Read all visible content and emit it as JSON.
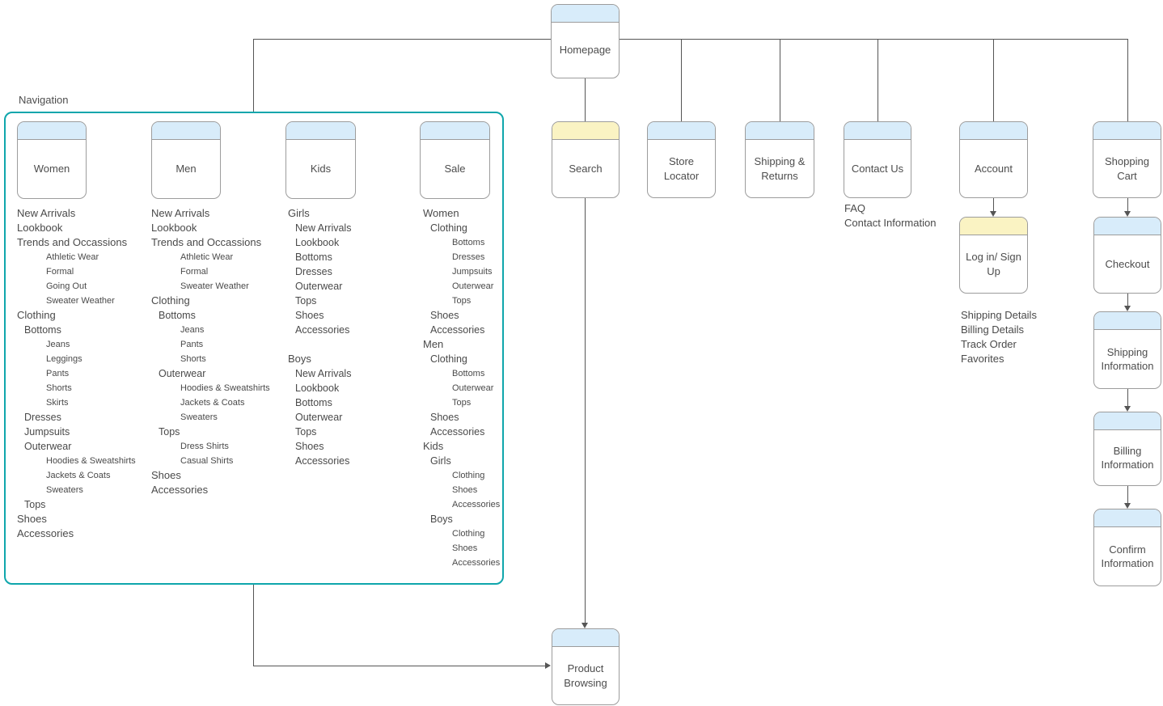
{
  "colors": {
    "header_blue": "#d8ecfa",
    "header_yellow": "#faf3c3",
    "node_border": "#9c9c9c",
    "container_teal": "#0fa6ac",
    "connector": "#555555",
    "text": "#4d4d4d"
  },
  "nav": {
    "label": "Navigation",
    "columns": [
      {
        "title": "Women",
        "items": [
          {
            "text": "New Arrivals",
            "level": 1
          },
          {
            "text": "Lookbook",
            "level": 1
          },
          {
            "text": "Trends and Occassions",
            "level": 1
          },
          {
            "text": "Athletic Wear",
            "level": 3
          },
          {
            "text": "Formal",
            "level": 3
          },
          {
            "text": "Going Out",
            "level": 3
          },
          {
            "text": "Sweater Weather",
            "level": 3
          },
          {
            "text": "Clothing",
            "level": 1
          },
          {
            "text": "Bottoms",
            "level": 2
          },
          {
            "text": "Jeans",
            "level": 3
          },
          {
            "text": "Leggings",
            "level": 3
          },
          {
            "text": "Pants",
            "level": 3
          },
          {
            "text": "Shorts",
            "level": 3
          },
          {
            "text": "Skirts",
            "level": 3
          },
          {
            "text": "Dresses",
            "level": 2
          },
          {
            "text": "Jumpsuits",
            "level": 2
          },
          {
            "text": "Outerwear",
            "level": 2
          },
          {
            "text": "Hoodies & Sweatshirts",
            "level": 3
          },
          {
            "text": "Jackets & Coats",
            "level": 3
          },
          {
            "text": "Sweaters",
            "level": 3
          },
          {
            "text": "Tops",
            "level": 2
          },
          {
            "text": "Shoes",
            "level": 1
          },
          {
            "text": "Accessories",
            "level": 1
          }
        ]
      },
      {
        "title": "Men",
        "items": [
          {
            "text": "New Arrivals",
            "level": 1
          },
          {
            "text": "Lookbook",
            "level": 1
          },
          {
            "text": "Trends and Occassions",
            "level": 1
          },
          {
            "text": "Athletic Wear",
            "level": 3
          },
          {
            "text": "Formal",
            "level": 3
          },
          {
            "text": "Sweater Weather",
            "level": 3
          },
          {
            "text": "Clothing",
            "level": 1
          },
          {
            "text": "Bottoms",
            "level": 2
          },
          {
            "text": "Jeans",
            "level": 3
          },
          {
            "text": "Pants",
            "level": 3
          },
          {
            "text": "Shorts",
            "level": 3
          },
          {
            "text": "Outerwear",
            "level": 2
          },
          {
            "text": "Hoodies & Sweatshirts",
            "level": 3
          },
          {
            "text": "Jackets & Coats",
            "level": 3
          },
          {
            "text": "Sweaters",
            "level": 3
          },
          {
            "text": "Tops",
            "level": 2
          },
          {
            "text": "Dress Shirts",
            "level": 3
          },
          {
            "text": "Casual Shirts",
            "level": 3
          },
          {
            "text": "Shoes",
            "level": 1
          },
          {
            "text": "Accessories",
            "level": 1
          }
        ]
      },
      {
        "title": "Kids",
        "items": [
          {
            "text": "Girls",
            "level": 1
          },
          {
            "text": "New Arrivals",
            "level": 2
          },
          {
            "text": "Lookbook",
            "level": 2
          },
          {
            "text": "Bottoms",
            "level": 2
          },
          {
            "text": "Dresses",
            "level": 2
          },
          {
            "text": "Outerwear",
            "level": 2
          },
          {
            "text": "Tops",
            "level": 2
          },
          {
            "text": "Shoes",
            "level": 2
          },
          {
            "text": "Accessories",
            "level": 2
          },
          {
            "text": "",
            "level": 1,
            "spacer": true
          },
          {
            "text": "Boys",
            "level": 1
          },
          {
            "text": "New Arrivals",
            "level": 2
          },
          {
            "text": "Lookbook",
            "level": 2
          },
          {
            "text": "Bottoms",
            "level": 2
          },
          {
            "text": "Outerwear",
            "level": 2
          },
          {
            "text": "Tops",
            "level": 2
          },
          {
            "text": "Shoes",
            "level": 2
          },
          {
            "text": "Accessories",
            "level": 2
          }
        ]
      },
      {
        "title": "Sale",
        "items": [
          {
            "text": "Women",
            "level": 1
          },
          {
            "text": "Clothing",
            "level": 2
          },
          {
            "text": "Bottoms",
            "level": 3
          },
          {
            "text": "Dresses",
            "level": 3
          },
          {
            "text": "Jumpsuits",
            "level": 3
          },
          {
            "text": "Outerwear",
            "level": 3
          },
          {
            "text": "Tops",
            "level": 3
          },
          {
            "text": "Shoes",
            "level": 2
          },
          {
            "text": "Accessories",
            "level": 2
          },
          {
            "text": "Men",
            "level": 1
          },
          {
            "text": "Clothing",
            "level": 2
          },
          {
            "text": "Bottoms",
            "level": 3
          },
          {
            "text": "Outerwear",
            "level": 3
          },
          {
            "text": "Tops",
            "level": 3
          },
          {
            "text": "Shoes",
            "level": 2
          },
          {
            "text": "Accessories",
            "level": 2
          },
          {
            "text": "Kids",
            "level": 1
          },
          {
            "text": "Girls",
            "level": 2
          },
          {
            "text": "Clothing",
            "level": 3
          },
          {
            "text": "Shoes",
            "level": 3
          },
          {
            "text": "Accessories",
            "level": 3
          },
          {
            "text": "Boys",
            "level": 2
          },
          {
            "text": "Clothing",
            "level": 3
          },
          {
            "text": "Shoes",
            "level": 3
          },
          {
            "text": "Accessories",
            "level": 3
          }
        ]
      }
    ]
  },
  "nodes": {
    "homepage": {
      "label": "Homepage"
    },
    "search": {
      "label": "Search"
    },
    "store_locator": {
      "label": "Store Locator"
    },
    "shipping_returns": {
      "label": "Shipping & Returns"
    },
    "contact_us": {
      "label": "Contact Us"
    },
    "account": {
      "label": "Account"
    },
    "login": {
      "label": "Log in/ Sign Up"
    },
    "shopping_cart": {
      "label": "Shopping Cart"
    },
    "checkout": {
      "label": "Checkout"
    },
    "shipping_information": {
      "label": "Shipping Information"
    },
    "billing_information": {
      "label": "Billing Information"
    },
    "confirm_information": {
      "label": "Confirm Information"
    },
    "product_browsing": {
      "label": "Product Browsing"
    }
  },
  "contact_us_sub_items": [
    {
      "text": "FAQ",
      "level": 1
    },
    {
      "text": "Contact Information",
      "level": 1
    }
  ],
  "account_sub_items": [
    {
      "text": "Shipping Details",
      "level": 1
    },
    {
      "text": "Billing Details",
      "level": 1
    },
    {
      "text": "Track Order",
      "level": 1
    },
    {
      "text": "Favorites",
      "level": 1
    }
  ]
}
